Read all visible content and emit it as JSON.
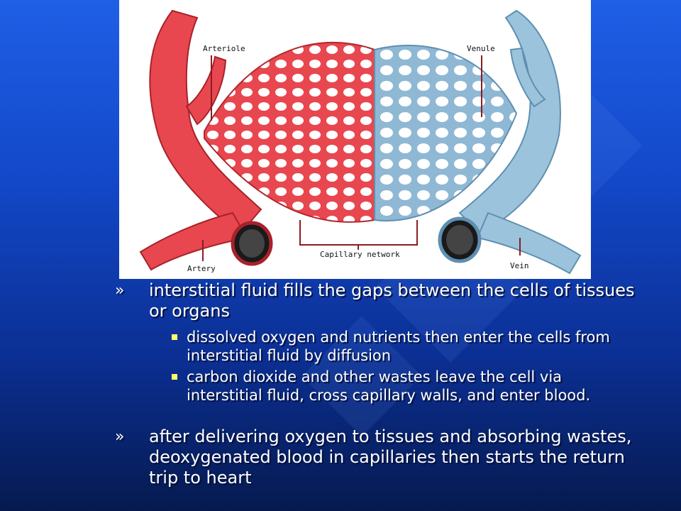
{
  "diagram": {
    "labels": {
      "arteriole": "Arteriole",
      "venule": "Venule",
      "artery": "Artery",
      "vein": "Vein",
      "capillary_network": "Capillary network"
    }
  },
  "bullets": [
    {
      "marker": "»",
      "text": "interstitial fluid fills the gaps between the cells of tissues or organs",
      "sub": [
        "dissolved oxygen and nutrients then enter the cells from interstitial fluid by diffusion",
        "carbon dioxide and other wastes leave the cell via interstitial fluid, cross capillary walls, and enter blood."
      ]
    },
    {
      "marker": "»",
      "text": "after delivering oxygen to tissues and absorbing wastes, deoxygenated blood in capillaries then starts the return trip to heart"
    }
  ],
  "colors": {
    "background_top": "#1f5fe6",
    "background_bottom": "#061a4f",
    "artery_red": "#e8474f",
    "vein_blue": "#9cc3dc",
    "sub_bullet": "#ffff66"
  }
}
